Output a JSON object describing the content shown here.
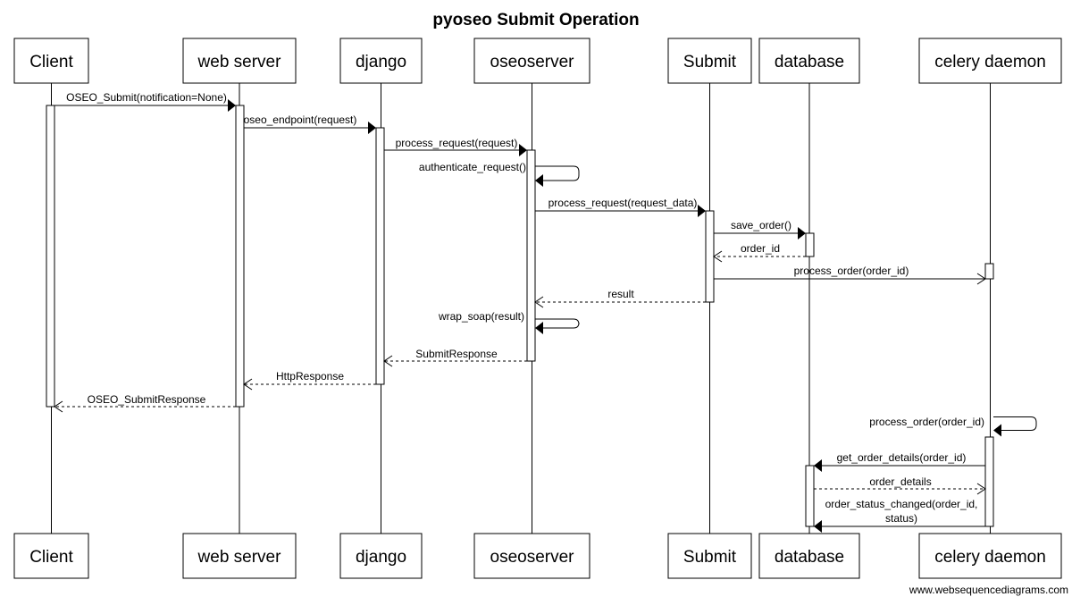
{
  "title": "pyoseo Submit Operation",
  "actors": [
    {
      "id": "client",
      "label": "Client"
    },
    {
      "id": "web_server",
      "label": "web server"
    },
    {
      "id": "django",
      "label": "django"
    },
    {
      "id": "oseoserver",
      "label": "oseoserver"
    },
    {
      "id": "submit",
      "label": "Submit"
    },
    {
      "id": "database",
      "label": "database"
    },
    {
      "id": "celery",
      "label": "celery daemon"
    }
  ],
  "messages": [
    {
      "from": "client",
      "to": "web_server",
      "label": "OSEO_Submit(notification=None)",
      "kind": "sync"
    },
    {
      "from": "web_server",
      "to": "django",
      "label": "oseo_endpoint(request)",
      "kind": "sync"
    },
    {
      "from": "django",
      "to": "oseoserver",
      "label": "process_request(request)",
      "kind": "sync"
    },
    {
      "from": "oseoserver",
      "to": "oseoserver",
      "label": "authenticate_request()",
      "kind": "self"
    },
    {
      "from": "oseoserver",
      "to": "submit",
      "label": "process_request(request_data)",
      "kind": "sync"
    },
    {
      "from": "submit",
      "to": "database",
      "label": "save_order()",
      "kind": "sync"
    },
    {
      "from": "database",
      "to": "submit",
      "label": "order_id",
      "kind": "return"
    },
    {
      "from": "submit",
      "to": "celery",
      "label": "process_order(order_id)",
      "kind": "async"
    },
    {
      "from": "submit",
      "to": "oseoserver",
      "label": "result",
      "kind": "return"
    },
    {
      "from": "oseoserver",
      "to": "oseoserver",
      "label": "wrap_soap(result)",
      "kind": "self"
    },
    {
      "from": "oseoserver",
      "to": "django",
      "label": "SubmitResponse",
      "kind": "return"
    },
    {
      "from": "django",
      "to": "web_server",
      "label": "HttpResponse",
      "kind": "return"
    },
    {
      "from": "web_server",
      "to": "client",
      "label": "OSEO_SubmitResponse",
      "kind": "return"
    },
    {
      "from": "celery",
      "to": "celery",
      "label": "process_order(order_id)",
      "kind": "self"
    },
    {
      "from": "celery",
      "to": "database",
      "label": "get_order_details(order_id)",
      "kind": "sync"
    },
    {
      "from": "database",
      "to": "celery",
      "label": "order_details",
      "kind": "return"
    },
    {
      "from": "celery",
      "to": "database",
      "label": [
        "order_status_changed(order_id,",
        "status)"
      ],
      "kind": "sync"
    }
  ],
  "footer": "www.websequencediagrams.com"
}
